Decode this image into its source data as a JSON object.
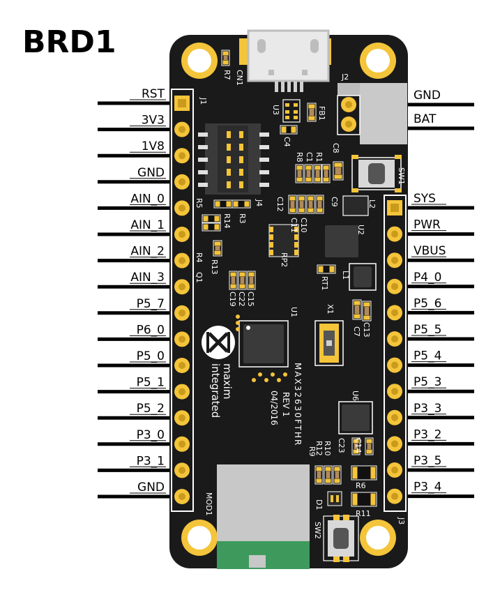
{
  "title": "BRD1",
  "left_header": {
    "name": "J1",
    "pins": [
      "RST",
      "3V3",
      "1V8",
      "GND",
      "AIN_0",
      "AIN_1",
      "AIN_2",
      "AIN_3",
      "P5_7",
      "P6_0",
      "P5_0",
      "P5_1",
      "P5_2",
      "P3_0",
      "P3_1",
      "GND"
    ]
  },
  "right_top_header": {
    "name": "J2",
    "pins": [
      "GND",
      "BAT"
    ]
  },
  "right_header": {
    "name": "J3",
    "pins": [
      "SYS",
      "PWR",
      "VBUS",
      "P4_0",
      "P5_6",
      "P5_5",
      "P5_4",
      "P5_3",
      "P3_3",
      "P3_2",
      "P3_5",
      "P3_4"
    ]
  },
  "board_text": {
    "brand_line1": "maxim",
    "brand_line2": "integrated",
    "part_number": "MAX32630FTHR",
    "revision": "REV 1",
    "date": "04/2016"
  },
  "refs": {
    "CN1": "CN1",
    "R7": "R7",
    "J4": "J4",
    "U3": "U3",
    "FB1": "FB1",
    "C4": "C4",
    "C8": "C8",
    "R8": "R8",
    "C1": "C1",
    "R1": "R1",
    "SW1": "SW1",
    "R5": "R5",
    "R3": "R3",
    "R14": "R14",
    "R4": "R4",
    "Q1": "Q1",
    "R13": "R13",
    "C12": "C12",
    "C11": "C11",
    "C10": "C10",
    "C9": "C9",
    "L2": "L2",
    "U2": "U2",
    "RP2": "RP2",
    "RT1": "RT1",
    "L1": "L1",
    "C19": "C19",
    "C22": "C22",
    "C15": "C15",
    "U1": "U1",
    "X1": "X1",
    "C7": "C7",
    "C13": "C13",
    "U6": "U6",
    "R9": "R9",
    "R12": "R12",
    "R10": "R10",
    "C23": "C23",
    "C14": "C14",
    "R6": "R6",
    "R11": "R11",
    "D1": "D1",
    "SW2": "SW2",
    "MOD1": "MOD1"
  },
  "colors": {
    "board": "#1a1a1a",
    "gold": "#f4c43a",
    "gold_dark": "#c99a1c",
    "silver": "#d6d6d6",
    "antenna_green": "#3d9a5c",
    "module_gray": "#c8c8c8"
  }
}
